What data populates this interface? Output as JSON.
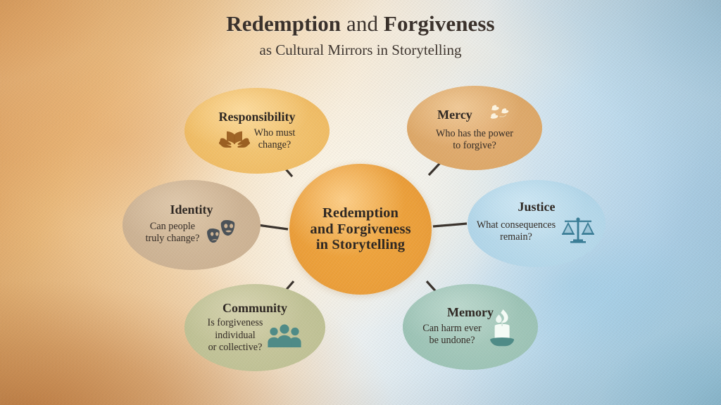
{
  "title": {
    "main_part1": "Redemption",
    "main_conj": " and ",
    "main_part2": "Forgiveness",
    "subtitle": "as Cultural Mirrors in Storytelling"
  },
  "center_node": {
    "line1": "Redemption",
    "line2": "and Forgiveness",
    "line3": "in Storytelling",
    "color": "#eb9f3a"
  },
  "nodes": [
    {
      "id": "responsibility",
      "label": "Responsibility",
      "question_line1": "Who must",
      "question_line2": "change?",
      "icon": "open-book-in-hands-icon",
      "icon_color": "#9a5f22",
      "color": "#f0bd66"
    },
    {
      "id": "mercy",
      "label": "Mercy",
      "question_line1": "Who has the power",
      "question_line2": "to forgive?",
      "icon": "flying-doves-icon",
      "icon_color": "#fbf3e0",
      "color": "#dda869"
    },
    {
      "id": "identity",
      "label": "Identity",
      "question_line1": "Can people",
      "question_line2": "truly change?",
      "icon": "theater-masks-icon",
      "icon_color": "#4b5258",
      "color": "#cdb394"
    },
    {
      "id": "justice",
      "label": "Justice",
      "question_line1": "What consequences",
      "question_line2": "remain?",
      "icon": "balance-scales-icon",
      "icon_color": "#3b7d96",
      "color": "#b3d7ea"
    },
    {
      "id": "community",
      "label": "Community",
      "question_line1": "Is forgiveness",
      "question_line2": "individual",
      "question_line3": "or collective?",
      "icon": "three-people-group-icon",
      "icon_color": "#4f8b87",
      "color": "#c0c296"
    },
    {
      "id": "memory",
      "label": "Memory",
      "question_line1": "Can harm ever",
      "question_line2": "be undone?",
      "icon": "lit-candle-icon",
      "icon_color": "#f4fbf6",
      "color": "#9dc4b7"
    }
  ],
  "connectors": {
    "count": 6,
    "color": "#3a332d",
    "description": "Six straight spokes joining the central circle to each of the six satellite ellipses"
  },
  "background": {
    "top_left": "#e8a860",
    "bottom_left": "#c47c3e",
    "top_right": "#a9cfe8",
    "bottom_right": "#8cc4e2",
    "center": "#f8f0e0",
    "style": "watercolor-paper-gradient"
  }
}
